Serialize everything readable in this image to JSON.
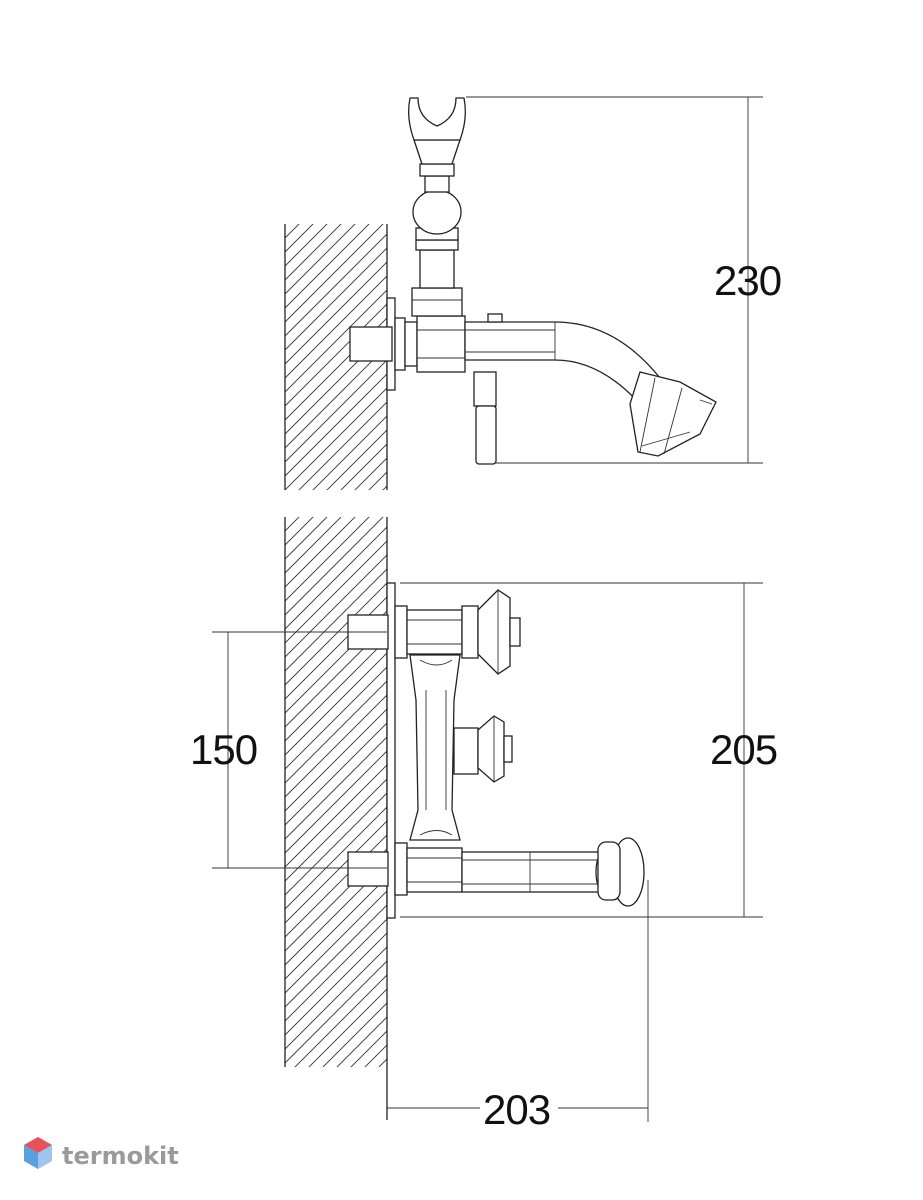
{
  "dimensions": {
    "top_height": "230",
    "spacing": "150",
    "bottom_height": "205",
    "projection": "203"
  },
  "logo": {
    "text": "termokit",
    "color": "#9a9a9a",
    "icon": "hexagon-cube-icon",
    "icon_colors": [
      "#e8505b",
      "#5aa0e0"
    ]
  }
}
